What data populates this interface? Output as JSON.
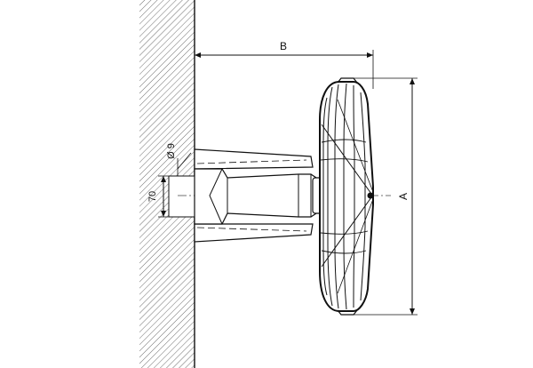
{
  "dimensions": {
    "depth_label": "B",
    "height_label": "A",
    "hole_diameter_label": "Ø 9",
    "offset_label": "70"
  }
}
